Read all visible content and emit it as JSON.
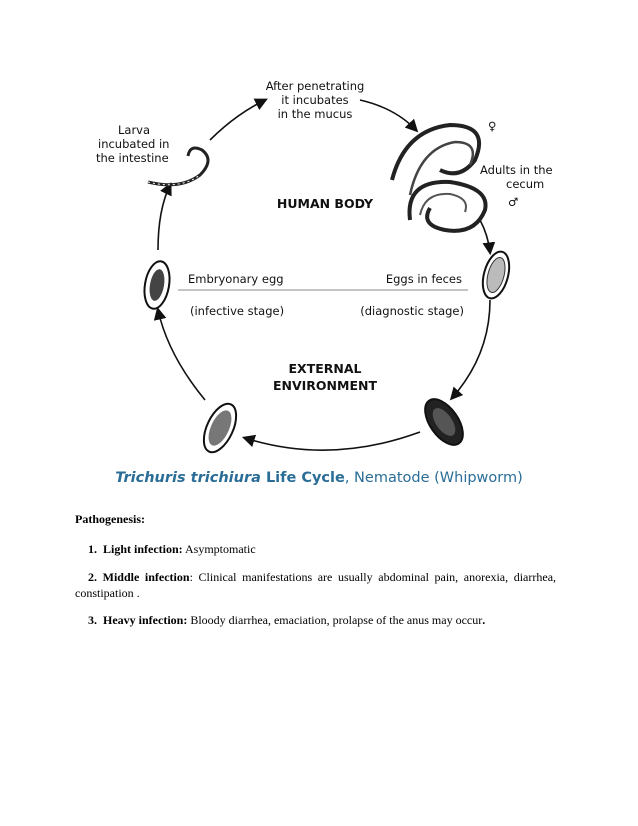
{
  "diagram": {
    "label_top": [
      "After penetrating",
      "it incubates",
      "in the mucus"
    ],
    "label_larva": [
      "Larva",
      "incubated in",
      "the intestine"
    ],
    "label_adults": [
      "Adults in the",
      "cecum"
    ],
    "female_symbol": "♀",
    "male_symbol": "♂",
    "human_body": "HUMAN BODY",
    "embryonary_egg": "Embryonary egg",
    "eggs_in_feces": "Eggs in feces",
    "infective_stage": "(infective stage)",
    "diagnostic_stage": "(diagnostic stage)",
    "external_env": [
      "EXTERNAL",
      "ENVIRONMENT"
    ],
    "caption_italic": "Trichuris trichiura",
    "caption_bold": " Life Cycle",
    "caption_rest": ", Nematode (Whipworm)",
    "colors": {
      "caption": "#2a6d97",
      "ink": "#111111"
    }
  },
  "pathogenesis": {
    "heading": "Pathogenesis:",
    "items": [
      {
        "num": "1.",
        "title": "Light infection:",
        "text": " Asymptomatic"
      },
      {
        "num": "2.",
        "title": "Middle infection",
        "text": ": Clinical manifestations are usually abdominal pain, anorexia, diarrhea,",
        "cont": "constipation ."
      },
      {
        "num": "3.",
        "title": "Heavy infection:",
        "text": " Bloody diarrhea, emaciation, prolapse of the anus may occur",
        "end": "."
      }
    ]
  }
}
